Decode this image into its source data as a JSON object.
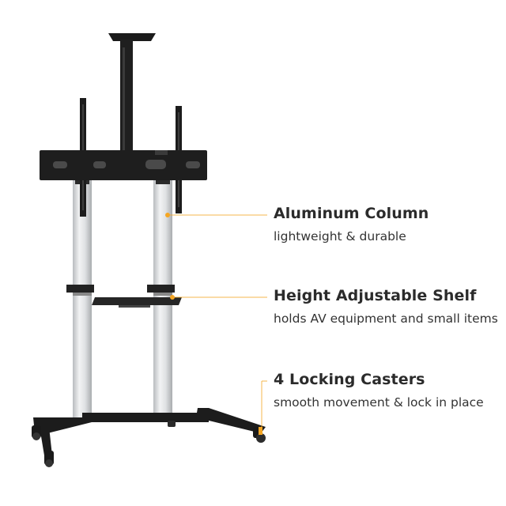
{
  "accent_color": "#f5a623",
  "features": [
    {
      "title": "Aluminum Column",
      "description": "lightweight & durable"
    },
    {
      "title": "Height Adjustable Shelf",
      "description": "holds AV equipment and small items"
    },
    {
      "title": "4 Locking Casters",
      "description": "smooth movement & lock in place"
    }
  ]
}
